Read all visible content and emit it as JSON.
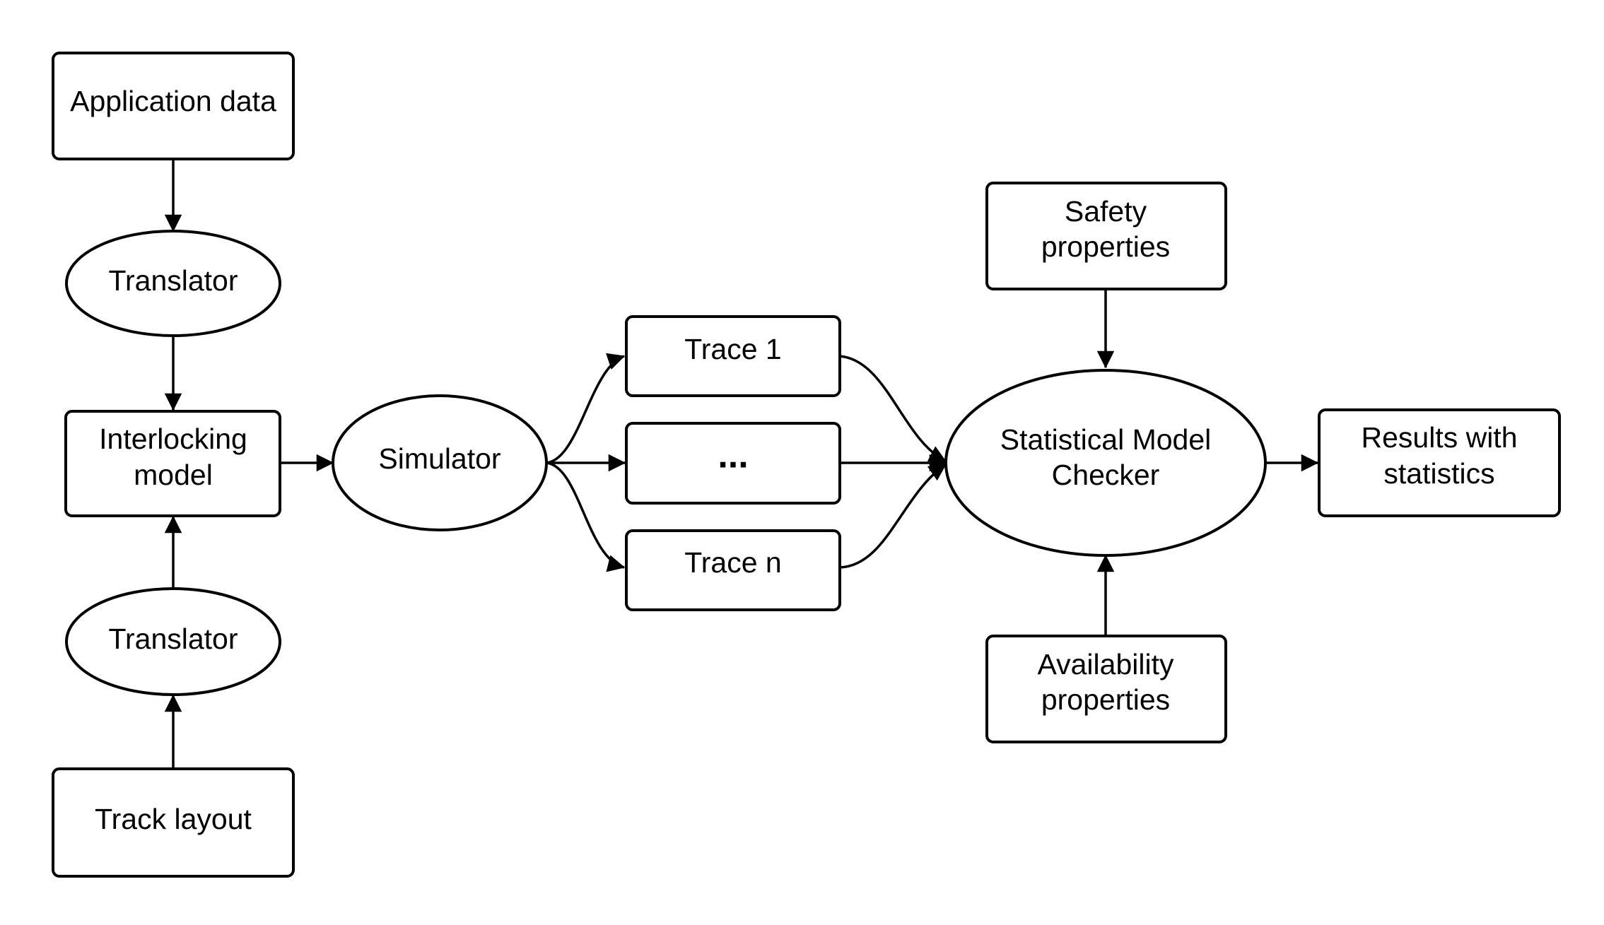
{
  "diagram": {
    "nodes": {
      "application_data": {
        "lines": [
          "Application data"
        ]
      },
      "translator_top": {
        "lines": [
          "Translator"
        ]
      },
      "interlocking_model": {
        "lines": [
          "Interlocking",
          "model"
        ]
      },
      "translator_bottom": {
        "lines": [
          "Translator"
        ]
      },
      "track_layout": {
        "lines": [
          "Track layout"
        ]
      },
      "simulator": {
        "lines": [
          "Simulator"
        ]
      },
      "trace_1": {
        "lines": [
          "Trace 1"
        ]
      },
      "trace_ellipsis": {
        "lines": [
          "..."
        ]
      },
      "trace_n": {
        "lines": [
          "Trace n"
        ]
      },
      "safety_properties": {
        "lines": [
          "Safety",
          "properties"
        ]
      },
      "statistical_model_checker": {
        "lines": [
          "Statistical Model",
          "Checker"
        ]
      },
      "availability_properties": {
        "lines": [
          "Availability",
          "properties"
        ]
      },
      "results_with_statistics": {
        "lines": [
          "Results with",
          "statistics"
        ]
      }
    },
    "edges": [
      {
        "from": "application_data",
        "to": "translator_top"
      },
      {
        "from": "translator_top",
        "to": "interlocking_model"
      },
      {
        "from": "track_layout",
        "to": "translator_bottom"
      },
      {
        "from": "translator_bottom",
        "to": "interlocking_model"
      },
      {
        "from": "interlocking_model",
        "to": "simulator"
      },
      {
        "from": "simulator",
        "to": "trace_1"
      },
      {
        "from": "simulator",
        "to": "trace_ellipsis"
      },
      {
        "from": "simulator",
        "to": "trace_n"
      },
      {
        "from": "trace_1",
        "to": "statistical_model_checker"
      },
      {
        "from": "trace_ellipsis",
        "to": "statistical_model_checker"
      },
      {
        "from": "trace_n",
        "to": "statistical_model_checker"
      },
      {
        "from": "safety_properties",
        "to": "statistical_model_checker"
      },
      {
        "from": "availability_properties",
        "to": "statistical_model_checker"
      },
      {
        "from": "statistical_model_checker",
        "to": "results_with_statistics"
      }
    ]
  }
}
